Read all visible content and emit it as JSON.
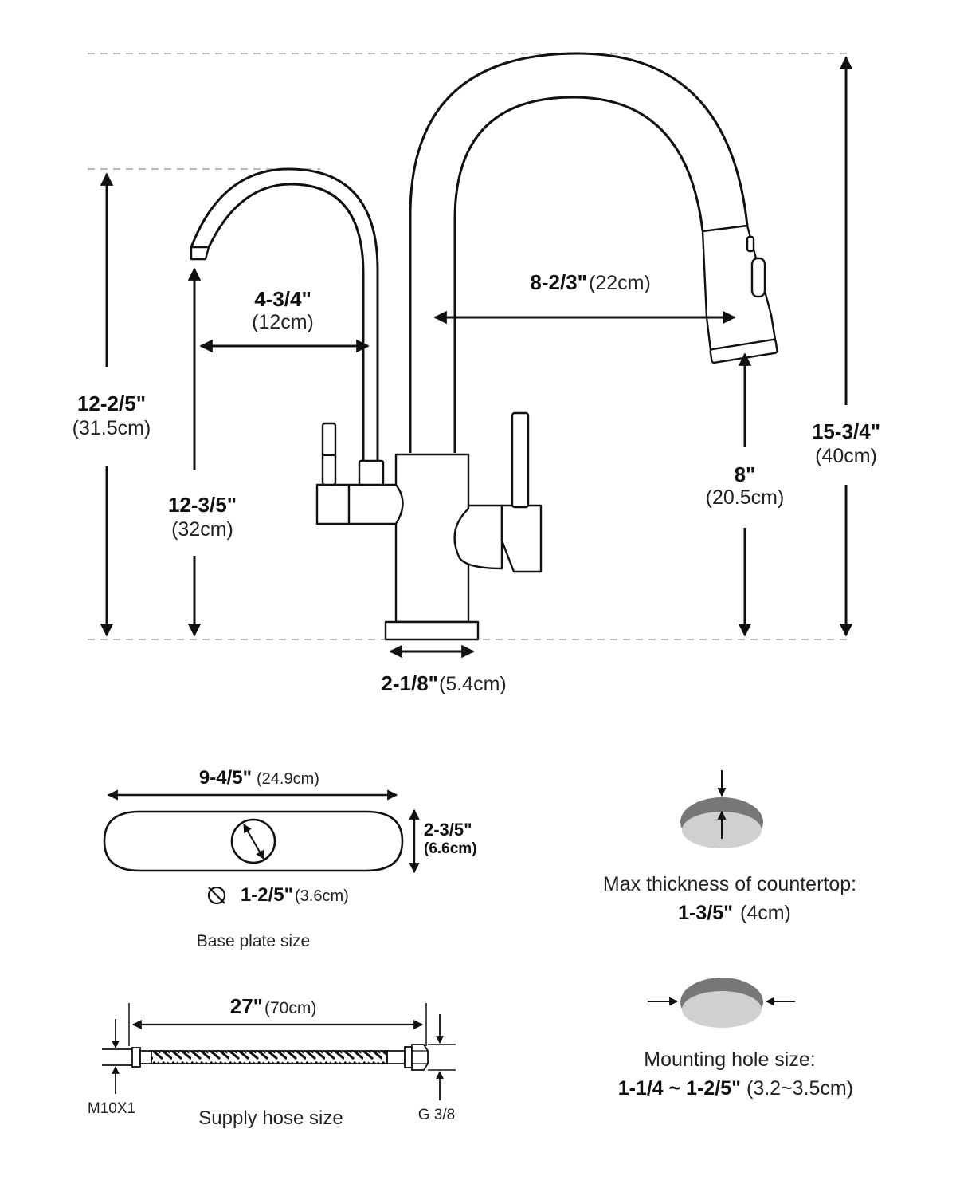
{
  "faucet": {
    "total_height": {
      "imperial": "15-3/4\"",
      "metric": "(40cm)"
    },
    "spout_height": {
      "imperial": "8\"",
      "metric": "(20.5cm)"
    },
    "spout_reach": {
      "imperial": "8-2/3\"",
      "metric": "(22cm)"
    },
    "filter_height": {
      "imperial": "12-2/5\"",
      "metric": "(31.5cm)"
    },
    "filter_spout_height": {
      "imperial": "12-3/5\"",
      "metric": "(32cm)"
    },
    "filter_reach": {
      "imperial": "4-3/4\"",
      "metric": "(12cm)"
    },
    "base_width": {
      "imperial": "2-1/8\"",
      "metric": "(5.4cm)"
    }
  },
  "base_plate": {
    "width": {
      "imperial": "9-4/5\"",
      "metric": "(24.9cm)"
    },
    "height": {
      "imperial": "2-3/5\"",
      "metric": "(6.6cm)"
    },
    "hole": {
      "imperial": "1-2/5\"",
      "metric": "(3.6cm)"
    },
    "caption": "Base plate size"
  },
  "supply_hose": {
    "length": {
      "imperial": "27\"",
      "metric": "(70cm)"
    },
    "left_thread": "M10X1",
    "right_thread": "G 3/8",
    "caption": "Supply hose size"
  },
  "countertop": {
    "label": "Max thickness of countertop:",
    "imperial": "1-3/5\"",
    "metric": "(4cm)"
  },
  "mounting_hole": {
    "label": "Mounting hole size:",
    "imperial": "1-1/4 ~ 1-2/5\"",
    "metric": "(3.2~3.5cm)"
  }
}
